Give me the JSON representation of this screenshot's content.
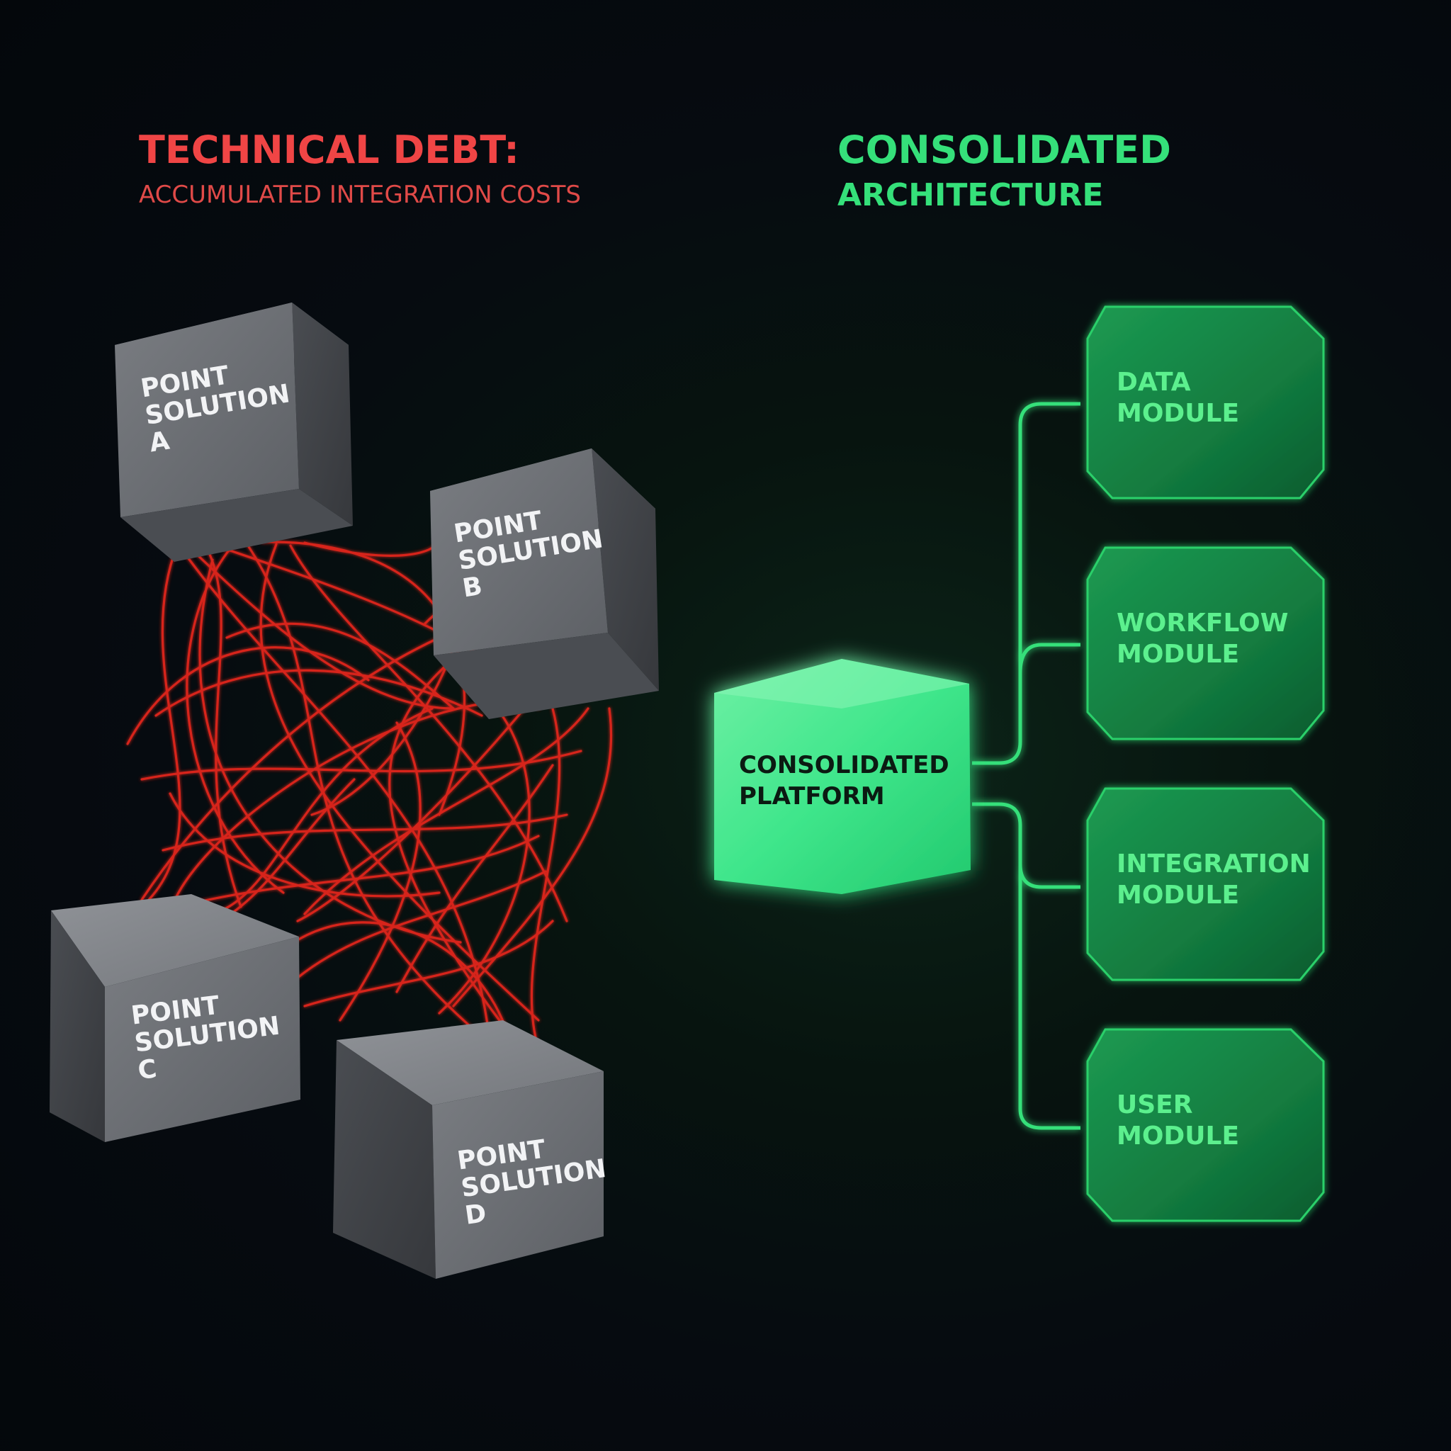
{
  "left_heading": {
    "title": "TECHNICAL DEBT:",
    "subtitle": "ACCUMULATED INTEGRATION COSTS"
  },
  "right_heading": {
    "title": "CONSOLIDATED",
    "subtitle": "ARCHITECTURE"
  },
  "point_solutions": [
    {
      "label": "POINT\nSOLUTION\nA"
    },
    {
      "label": "POINT\nSOLUTION\nB"
    },
    {
      "label": "POINT\nSOLUTION\nC"
    },
    {
      "label": "POINT\nSOLUTION\nD"
    }
  ],
  "platform": {
    "label": "CONSOLIDATED\nPLATFORM"
  },
  "modules": [
    {
      "label": "DATA\nMODULE"
    },
    {
      "label": "WORKFLOW\nMODULE"
    },
    {
      "label": "INTEGRATION\nMODULE"
    },
    {
      "label": "USER\nMODULE"
    }
  ],
  "colors": {
    "debt_red": "#f04545",
    "wire_red": "#e3261f",
    "consolidated_green": "#35e07a",
    "cube_gray": "#6b6e73",
    "background": "#05080c"
  }
}
